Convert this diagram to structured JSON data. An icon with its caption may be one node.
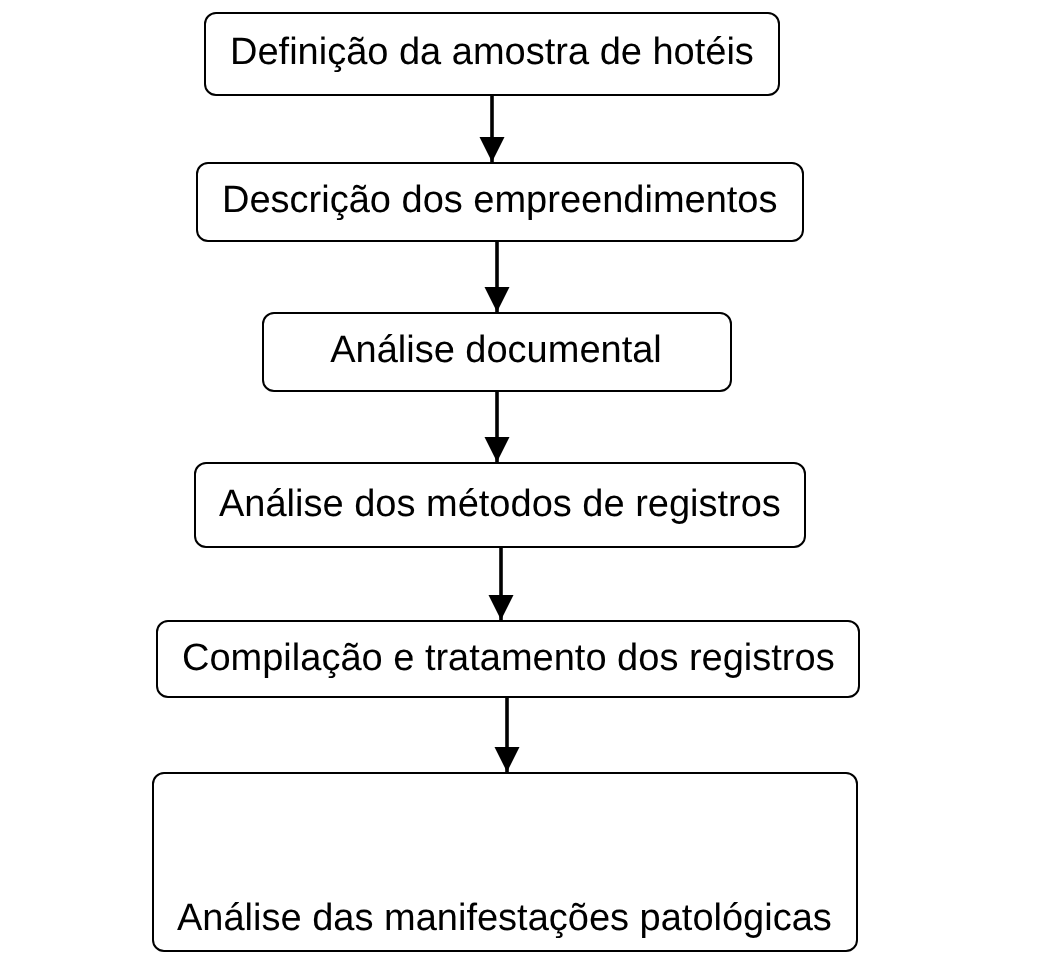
{
  "diagram": {
    "nodes": [
      {
        "text": [
          "Definição da amostra de hotéis"
        ]
      },
      {
        "text": [
          "Descrição dos empreendimentos"
        ]
      },
      {
        "text": [
          "Análise documental"
        ]
      },
      {
        "text": [
          "Análise dos métodos de registros"
        ]
      },
      {
        "text": [
          "Compilação e tratamento dos registros"
        ]
      },
      {
        "text": [
          "Análise das manifestações patológicas"
        ]
      }
    ],
    "edges": [
      {
        "from": 0,
        "to": 1,
        "arrow": "to"
      },
      {
        "from": 1,
        "to": 2,
        "arrow": "to"
      },
      {
        "from": 2,
        "to": 3,
        "arrow": "to"
      },
      {
        "from": 3,
        "to": 4,
        "arrow": "to"
      },
      {
        "from": 4,
        "to": 5,
        "arrow": "to"
      }
    ]
  }
}
